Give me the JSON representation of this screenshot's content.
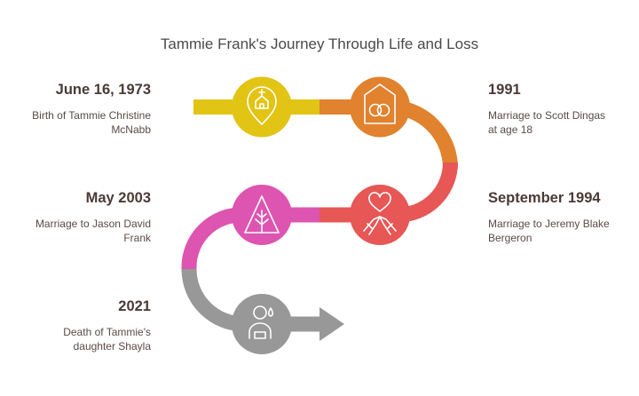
{
  "title": "Tammie Frank's Journey Through Life and Loss",
  "events": [
    {
      "date": "June 16, 1973",
      "desc_lines": [
        "Birth of Tammie Christine",
        "McNabb"
      ],
      "side": "left",
      "color": "#E2C414",
      "icon": "church-location-pin-icon"
    },
    {
      "date": "1991",
      "desc_lines": [
        "Marriage to Scott Dingas",
        "at age 18"
      ],
      "side": "right",
      "color": "#E0822E",
      "icon": "house-rings-icon"
    },
    {
      "date": "September 1994",
      "desc_lines": [
        "Marriage to Jeremy Blake",
        "Bergeron"
      ],
      "side": "right",
      "color": "#E65756",
      "icon": "heart-hands-icon"
    },
    {
      "date": "May 2003",
      "desc_lines": [
        "Marriage to Jason David",
        "Frank"
      ],
      "side": "left",
      "color": "#DD55B0",
      "icon": "tent-tree-icon"
    },
    {
      "date": "2021",
      "desc_lines": [
        "Death of Tammie's",
        "daughter Shayla"
      ],
      "side": "left",
      "color": "#989898",
      "icon": "grieving-person-icon"
    }
  ]
}
